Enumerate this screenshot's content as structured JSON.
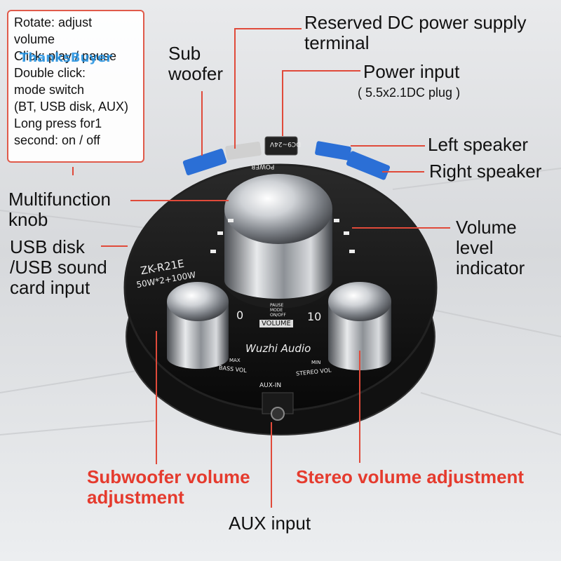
{
  "callout": {
    "lines": [
      "Rotate: adjust",
      "volume",
      "Click: play / pause",
      "Double click:",
      "mode switch",
      "(BT, USB disk, AUX)",
      "Long press for1",
      "second: on / off"
    ]
  },
  "watermark": "ThanksBuyer",
  "labels": {
    "reserved_dc": "Reserved DC power supply\nterminal",
    "subwoofer": "Sub\nwoofer",
    "power_input": "Power input",
    "power_plug": "( 5.5x2.1DC plug )",
    "left_speaker": "Left speaker",
    "right_speaker": "Right speaker",
    "multifunction_knob": "Multifunction\nknob",
    "volume_level_indicator": "Volume\nlevel\nindicator",
    "usb_input": "USB disk\n/USB sound\ncard input",
    "subwoofer_volume": "Subwoofer volume\nadjustment",
    "stereo_volume": "Stereo volume adjustment",
    "aux_input": "AUX input"
  },
  "board_text": {
    "model": "ZK-R21E",
    "power_rating": "50W*2+100W",
    "volume_label": "VOLUME",
    "vol_min": "0",
    "vol_max": "10",
    "brand": "Wuzhi Audio",
    "bass_vol": "BASS VOL",
    "stereo_vol": "STEREO VOL",
    "max": "MAX",
    "min": "MIN",
    "aux_in": "AUX-IN",
    "power": "POWER",
    "dc_rating": "DC9~24V",
    "mode_legend": "PAUSE\nMODE\nON/OFF"
  },
  "colors": {
    "annotation_red": "#e53b2e",
    "board": "#141414",
    "terminal_blue": "#2b6fd6"
  }
}
